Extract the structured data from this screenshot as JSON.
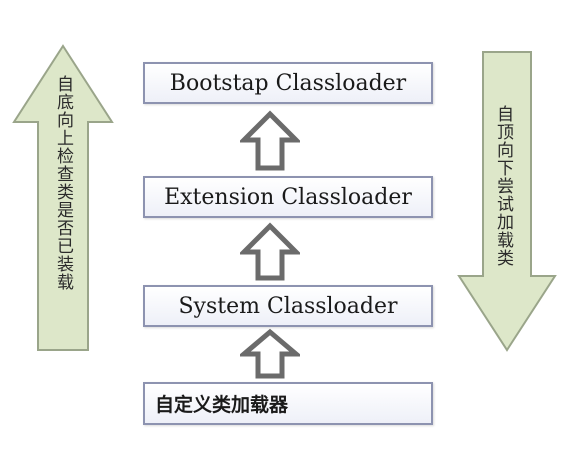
{
  "boxes": {
    "bootstrap": "Bootstap Classloader",
    "extension": "Extension Classloader",
    "system": "System Classloader",
    "custom": "自定义类加载器"
  },
  "side_labels": {
    "left": "自底向上检查类是否已装载",
    "right": "自顶向下尝试加载类"
  },
  "colors": {
    "side_arrow_fill": "#dde7c9",
    "side_arrow_stroke": "#9aa58a",
    "up_arrow_stroke": "#6b6b6b",
    "box_border": "#8d93b0"
  }
}
